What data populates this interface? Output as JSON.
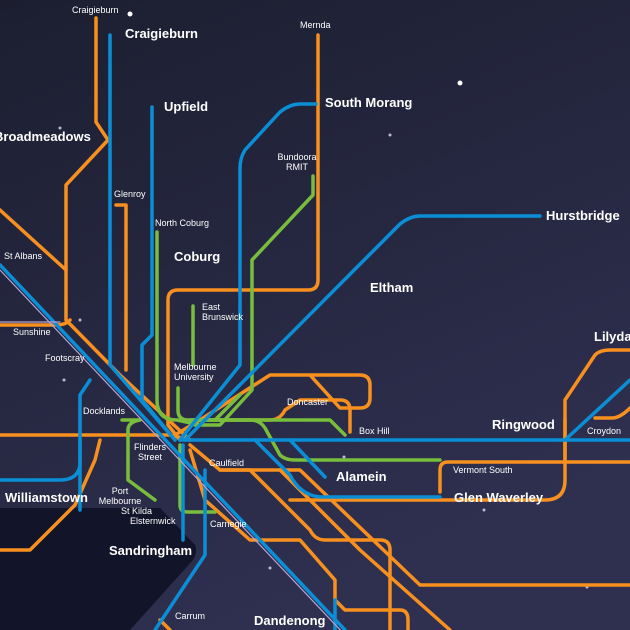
{
  "colors": {
    "background": "#1f2136",
    "bay": "#12142a",
    "orange": "#f7901e",
    "blue": "#0a8fd6",
    "green": "#78be3c",
    "purple": "#b9a3d6"
  },
  "stations_major": [
    "Craigieburn",
    "Upfield",
    "South Morang",
    "Broadmeadows",
    "Hurstbridge",
    "Coburg",
    "Eltham",
    "Lilydale",
    "Ringwood",
    "Alamein",
    "Glen Waverley",
    "Williamstown",
    "Sandringham",
    "Dandenong"
  ],
  "stations_minor": [
    "Craigieburn",
    "Mernda",
    "Bundoora RMIT",
    "Glenroy",
    "North Coburg",
    "St Albans",
    "East Brunswick",
    "Sunshine",
    "Footscray",
    "Melbourne University",
    "Doncaster",
    "Docklands",
    "Box Hill",
    "Croydon",
    "Flinders Street",
    "Caulfield",
    "Vermont South",
    "Port Melbourne",
    "St Kilda",
    "Elsternwick",
    "Carnegie",
    "Carrum"
  ]
}
